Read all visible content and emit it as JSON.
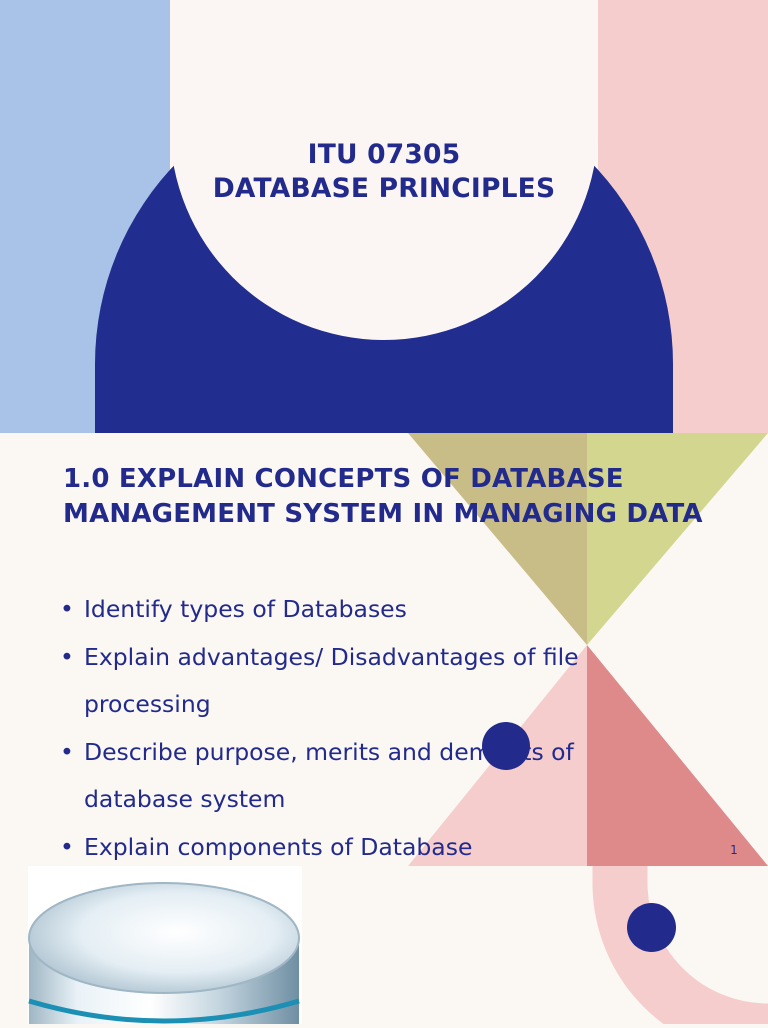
{
  "title": {
    "line1": "ITU 07305",
    "line2": "DATABASE PRINCIPLES"
  },
  "heading": "1.0 EXPLAIN CONCEPTS OF DATABASE MANAGEMENT SYSTEM IN MANAGING DATA",
  "bullets": [
    "Identify types of Databases",
    "Explain advantages/ Disadvantages of file processing",
    "Describe purpose, merits and demerits of database system",
    "Explain components of Database"
  ],
  "slide_number": "1",
  "colors": {
    "navy": "#212d8f",
    "light_blue": "#a9c3e8",
    "light_pink": "#f5cdcd",
    "olive": "#c9bd87",
    "lime": "#d3d68f",
    "salmon": "#de8a8a",
    "cream": "#fbf7f3"
  },
  "decorations": [
    "database-cylinder-icon"
  ]
}
